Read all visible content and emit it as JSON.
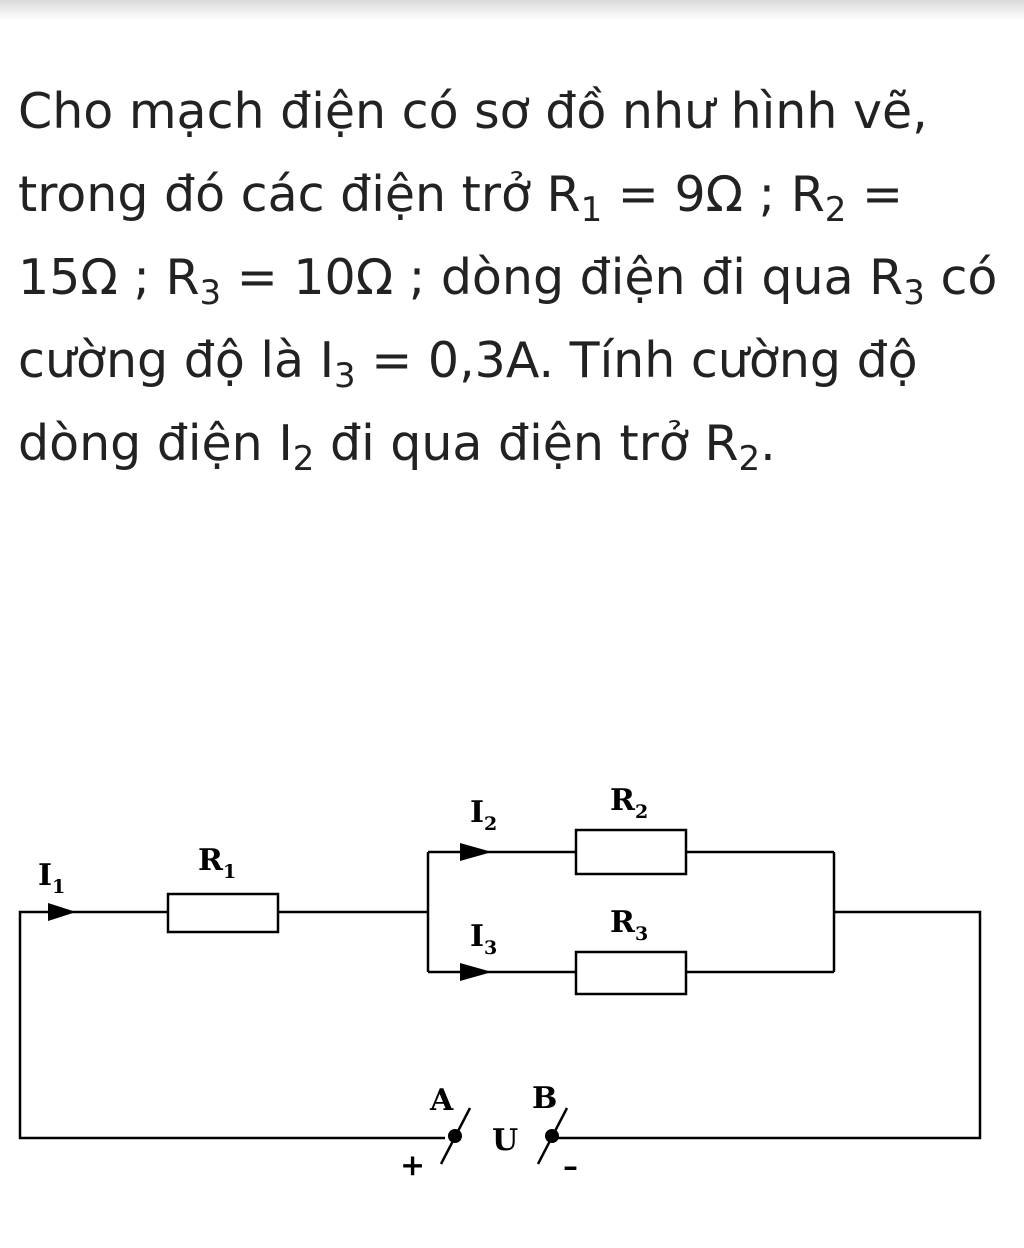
{
  "problem": {
    "t1": "Cho mạch điện có sơ đồ như hình vẽ, trong đó các điện trở R",
    "s1": "1",
    "t2": " = 9Ω ; R",
    "s2": "2",
    "t3": " = 15Ω ; R",
    "s3": "3",
    "t4": " = 10Ω ; dòng điện đi qua R",
    "s4": "3",
    "t5": " có cường độ là I",
    "s5": "3",
    "t6": " = 0,3A. Tính cường độ dòng điện I",
    "s6": "2",
    "t7": " đi qua điện trở R",
    "s7": "2",
    "t8": "."
  },
  "circuit": {
    "i1": {
      "main": "I",
      "sub": "1"
    },
    "r1": {
      "main": "R",
      "sub": "1"
    },
    "i2": {
      "main": "I",
      "sub": "2"
    },
    "r2": {
      "main": "R",
      "sub": "2"
    },
    "i3": {
      "main": "I",
      "sub": "3"
    },
    "r3": {
      "main": "R",
      "sub": "3"
    },
    "terminal_a": "A",
    "terminal_b": "B",
    "voltage": "U",
    "plus": "+",
    "minus": "–"
  }
}
